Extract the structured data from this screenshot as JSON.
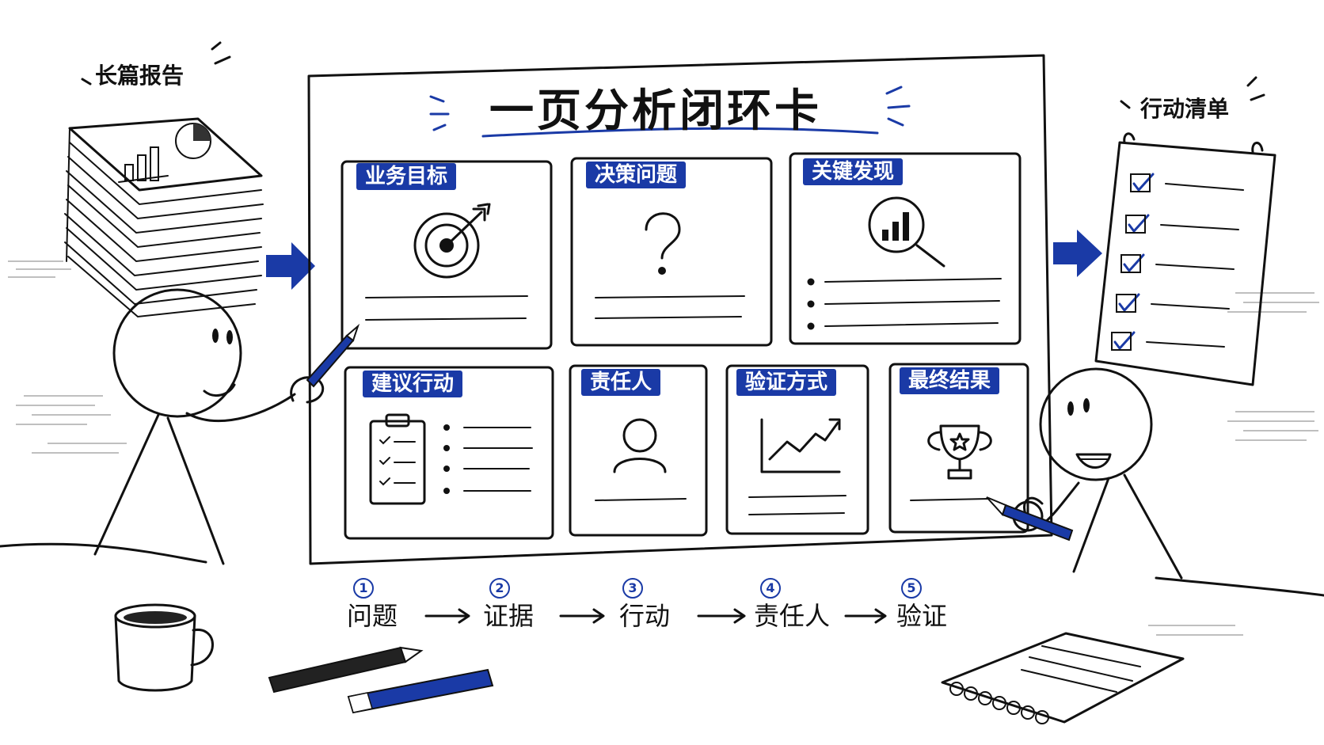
{
  "title": "一页分析闭环卡",
  "left_label": "长篇报告",
  "right_label": "行动清单",
  "cards": {
    "business_goal": "业务目标",
    "decision_question": "决策问题",
    "key_findings": "关键发现",
    "recommended_action": "建议行动",
    "owner": "责任人",
    "verification": "验证方式",
    "final_result": "最终结果"
  },
  "flow": {
    "steps": [
      {
        "num": "1",
        "label": "问题"
      },
      {
        "num": "2",
        "label": "证据"
      },
      {
        "num": "3",
        "label": "行动"
      },
      {
        "num": "4",
        "label": "责任人"
      },
      {
        "num": "5",
        "label": "验证"
      }
    ]
  },
  "colors": {
    "accent": "#1a3aa6",
    "ink": "#111111",
    "paper": "#ffffff"
  }
}
